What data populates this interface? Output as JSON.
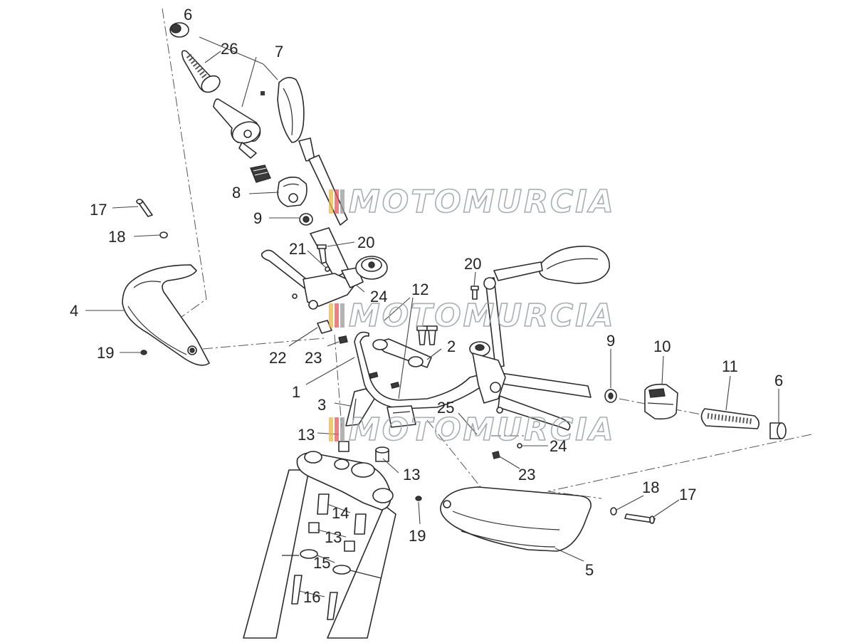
{
  "watermark": {
    "text": "MOTOMURCIA",
    "flag_colors": [
      "#e8b84a",
      "#e05a5a",
      "#9a9a9a"
    ]
  },
  "callouts": [
    "1",
    "2",
    "3",
    "4",
    "5",
    "6",
    "6",
    "7",
    "8",
    "9",
    "9",
    "10",
    "11",
    "12",
    "13",
    "13",
    "13",
    "14",
    "15",
    "16",
    "17",
    "17",
    "18",
    "18",
    "19",
    "19",
    "20",
    "20",
    "21",
    "22",
    "23",
    "23",
    "24",
    "24",
    "25",
    "26"
  ]
}
